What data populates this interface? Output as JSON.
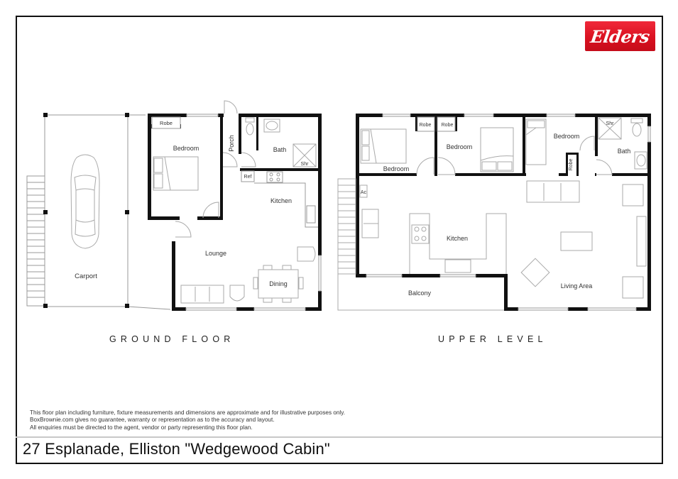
{
  "document": {
    "title": "27 Esplanade, Elliston \"Wedgewood Cabin\"",
    "brand_logo": "Elders",
    "brand_color": "#d8101f",
    "disclaimer": [
      "This floor plan including furniture, fixture measurements and dimensions are approximate and for illustrative purposes only.",
      "BoxBrownie.com gives no guarantee, warranty or representation as to the accuracy and layout.",
      "All enquiries must be directed to the agent, vendor or party representing this floor plan."
    ]
  },
  "ground_floor": {
    "label": "GROUND FLOOR",
    "rooms": {
      "carport": "Carport",
      "bedroom": "Bedroom",
      "robe": "Robe",
      "porch": "Porch",
      "bath": "Bath",
      "shower": "Shr",
      "ref": "Ref",
      "kitchen": "Kitchen",
      "lounge": "Lounge",
      "dining": "Dining"
    }
  },
  "upper_level": {
    "label": "UPPER LEVEL",
    "rooms": {
      "bedroom_1": "Bedroom",
      "robe_1": "Robe",
      "robe_2": "Robe",
      "bedroom_2": "Bedroom",
      "bedroom_3": "Bedroom",
      "robe_3": "Robe",
      "shower": "Shr",
      "bath": "Bath",
      "ac": "Ac",
      "kitchen": "Kitchen",
      "balcony": "Balcony",
      "living_area": "Living Area"
    }
  }
}
